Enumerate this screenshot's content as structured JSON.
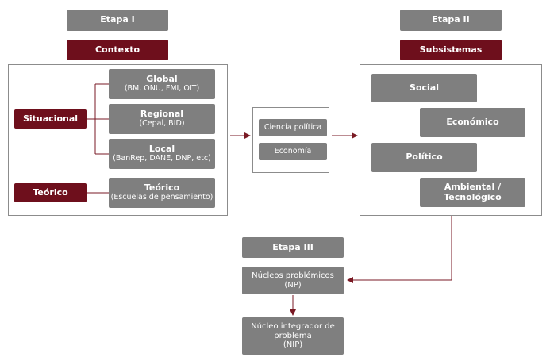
{
  "stage1": {
    "label": "Etapa I",
    "header": "Contexto",
    "situational": "Situacional",
    "theoretical": "Teórico",
    "global": {
      "title": "Global",
      "sub": "(BM, ONU, FMI, OIT)"
    },
    "regional": {
      "title": "Regional",
      "sub": "(Cepal, BID)"
    },
    "local": {
      "title": "Local",
      "sub": "(BanRep, DANE, DNP, etc)"
    },
    "teorico": {
      "title": "Teórico",
      "sub": "(Escuelas de pensamiento)"
    }
  },
  "middle": {
    "item1": "Ciencia política",
    "item2": "Economía"
  },
  "stage2": {
    "label": "Etapa II",
    "header": "Subsistemas",
    "social": "Social",
    "economico": "Económico",
    "politico": "Político",
    "ambiental_1": "Ambiental /",
    "ambiental_2": "Tecnológico"
  },
  "stage3": {
    "label": "Etapa III",
    "np_1": "Núcleos problémicos",
    "np_2": "(NP)",
    "nip_1": "Núcleo integrador de",
    "nip_2": "problema",
    "nip_3": "(NIP)"
  },
  "colors": {
    "gray": "#7f7f7f",
    "maroon": "#6e0f1c",
    "arrow": "#7a1a24",
    "frame": "#8c8c8c"
  }
}
